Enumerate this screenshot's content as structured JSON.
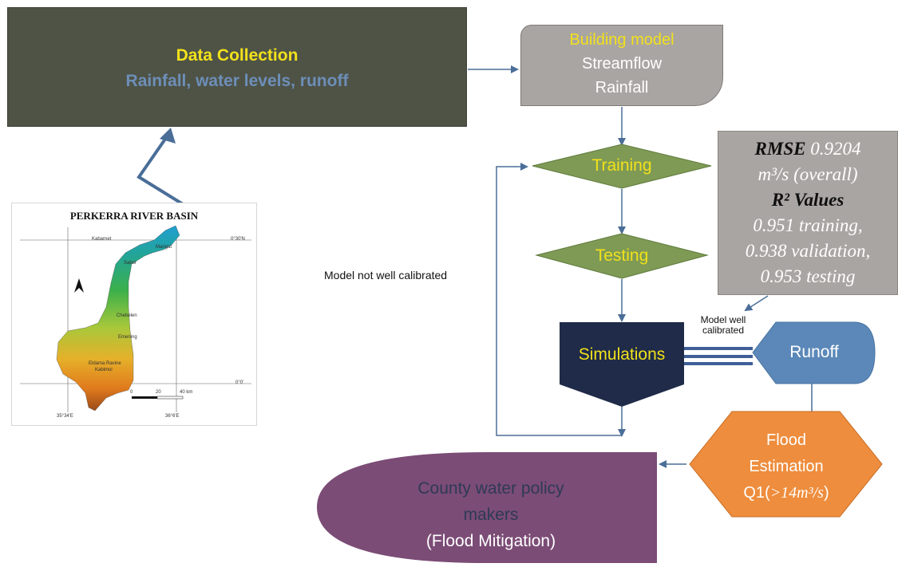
{
  "data_collection": {
    "title": "Data Collection",
    "subtitle": "Rainfall, water levels, runoff"
  },
  "building_model": {
    "line1": "Building model",
    "line2": "Streamflow",
    "line3": "Rainfall"
  },
  "training": {
    "label": "Training"
  },
  "testing": {
    "label": "Testing"
  },
  "simulations": {
    "label": "Simulations"
  },
  "runoff": {
    "label": "Runoff"
  },
  "flood": {
    "line1": "Flood",
    "line2": "Estimation",
    "line3_prefix": "Q1(",
    "line3_value": ">14m³/s",
    "line3_suffix": ")"
  },
  "county": {
    "line1": "County water policy",
    "line2": "makers",
    "line3": "(Flood Mitigation)"
  },
  "stats": {
    "rmse_label": "RMSE",
    "rmse_value": "0.9204",
    "rmse_unit": "m³/s (overall)",
    "r2_label": "R² Values",
    "training": "0.951 training,",
    "validation": "0.938  validation,",
    "testing": "0.953 testing"
  },
  "annotations": {
    "not_calibrated": "Model not well calibrated",
    "well_calibrated_1": "Model well",
    "well_calibrated_2": "calibrated"
  },
  "map": {
    "title": "PERKERRA RIVER BASIN",
    "places": [
      "Kabarnet",
      "Marigat",
      "Sabor",
      "Chebelen",
      "Emening",
      "Eldama Ravine",
      "Kabimoi"
    ],
    "lat_top": "0°30'N",
    "lat_bottom": "0°0'",
    "lon_left": "35°34'E",
    "lon_right": "36°6'E",
    "scale": [
      "0",
      "20",
      "40 km"
    ]
  },
  "colors": {
    "dark_box": "#4e5346",
    "grey_box": "#a9a5a2",
    "diamond_green": "#7e9a55",
    "sim_navy": "#1f2b48",
    "runoff_blue": "#5b88b8",
    "flood_orange": "#ee8d3d",
    "county_purple": "#7b4c76",
    "arrow_blue": "#4a6e98",
    "title_yellow": "#f2e11b"
  }
}
